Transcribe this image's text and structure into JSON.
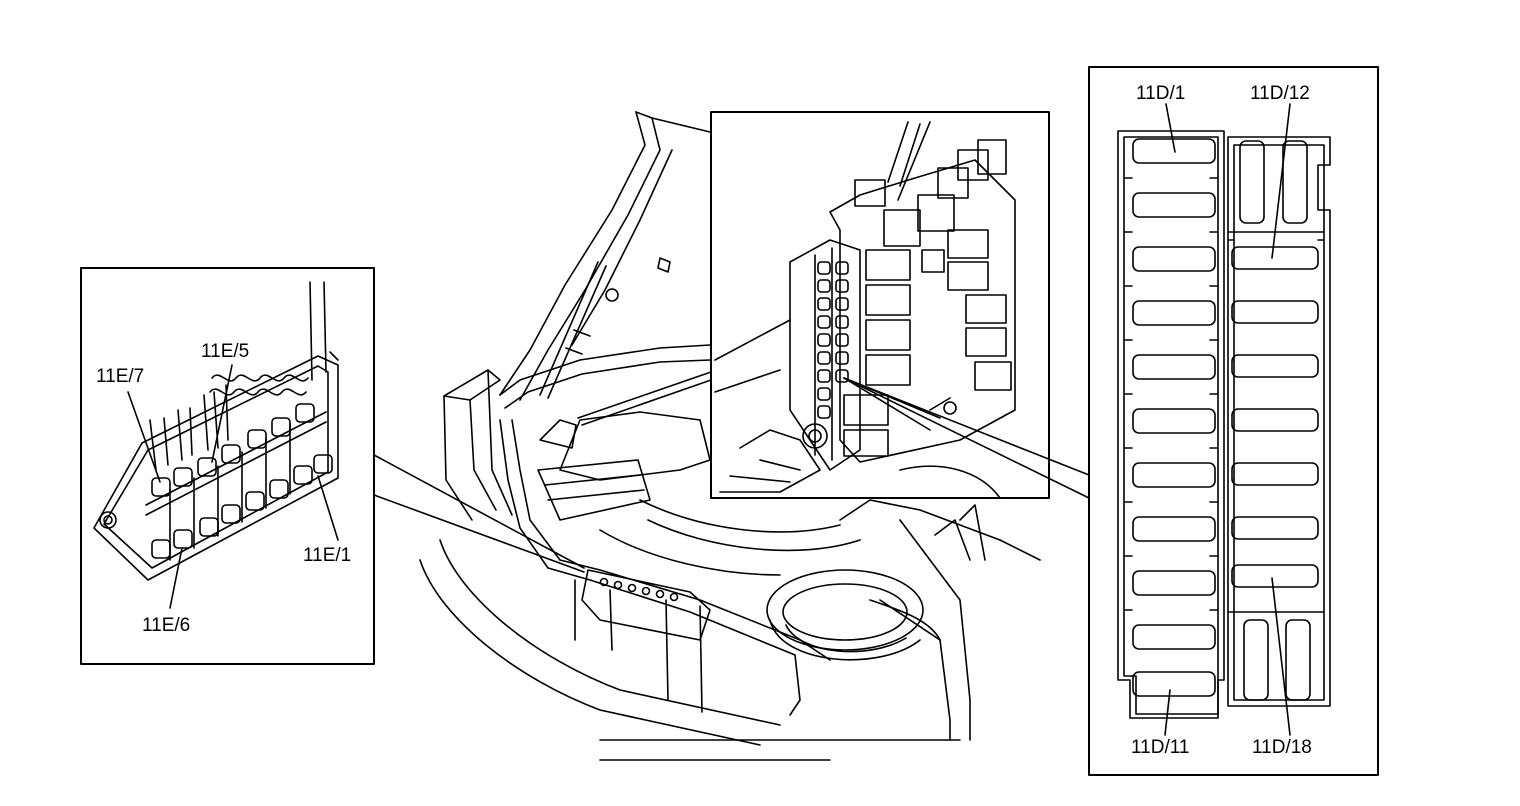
{
  "labels": {
    "fuse_11d_1": "11D/1",
    "fuse_11d_12": "11D/12",
    "fuse_11d_11": "11D/11",
    "fuse_11d_18": "11D/18",
    "fuse_11e_7": "11E/7",
    "fuse_11e_5": "11E/5",
    "fuse_11e_1": "11E/1",
    "fuse_11e_6": "11E/6"
  },
  "colors": {
    "line": "#000000",
    "background": "#ffffff"
  }
}
